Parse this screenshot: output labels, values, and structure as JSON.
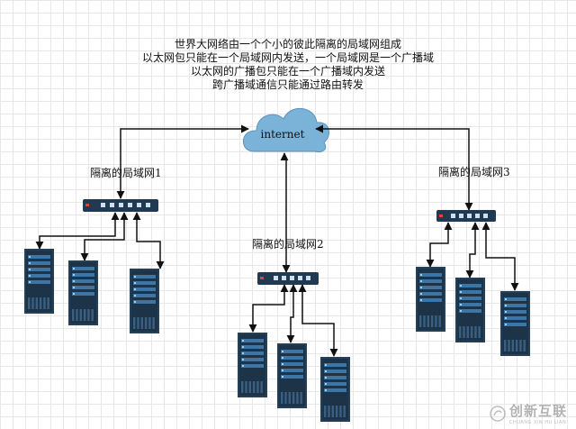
{
  "caption": {
    "lines": [
      "世界大网络由一个个小的彼此隔离的局域网组成",
      "以太网包只能在一个局域网内发送，一个局域网是一个广播域",
      "以太网的广播包只能在一个广播域内发送",
      "跨广播域通信只能通过路由转发"
    ]
  },
  "cloud": {
    "label": "internet",
    "color": "#7ab2d8"
  },
  "lans": [
    {
      "label": "隔离的局域网1"
    },
    {
      "label": "隔离的局域网2"
    },
    {
      "label": "隔离的局域网3"
    }
  ],
  "colors": {
    "switch": "#1f3a52",
    "server": "#1d3448",
    "server_slot": "#3d76a4",
    "arrow": "#111111"
  },
  "watermark": {
    "text": "创新互联",
    "sub": "CHUANG XIN HU LIAN"
  }
}
